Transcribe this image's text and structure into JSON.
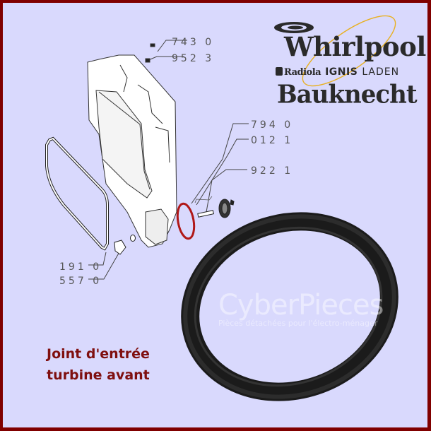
{
  "brand": {
    "main": "Whirlpool",
    "sub_brands": [
      "Radiola",
      "IGNIS",
      "LADEN"
    ],
    "secondary": "Bauknecht",
    "accent_swirl_color": "#e8b020"
  },
  "diagram": {
    "callouts": [
      {
        "ref": "743",
        "suffix": "0"
      },
      {
        "ref": "952",
        "suffix": "3"
      },
      {
        "ref": "794",
        "suffix": "0"
      },
      {
        "ref": "012",
        "suffix": "1"
      },
      {
        "ref": "922",
        "suffix": "1"
      },
      {
        "ref": "191",
        "suffix": "0"
      },
      {
        "ref": "557",
        "suffix": "0"
      }
    ],
    "highlight_color": "#b01818"
  },
  "product": {
    "title_line1": "Joint d'entrée",
    "title_line2": "turbine avant"
  },
  "watermark": {
    "main": "CyberPieces",
    "sub": "Pièces détachées pour l'électro-ménager"
  },
  "colors": {
    "border": "#800000",
    "background": "#d9d9fd",
    "title": "#7f0f0f"
  }
}
